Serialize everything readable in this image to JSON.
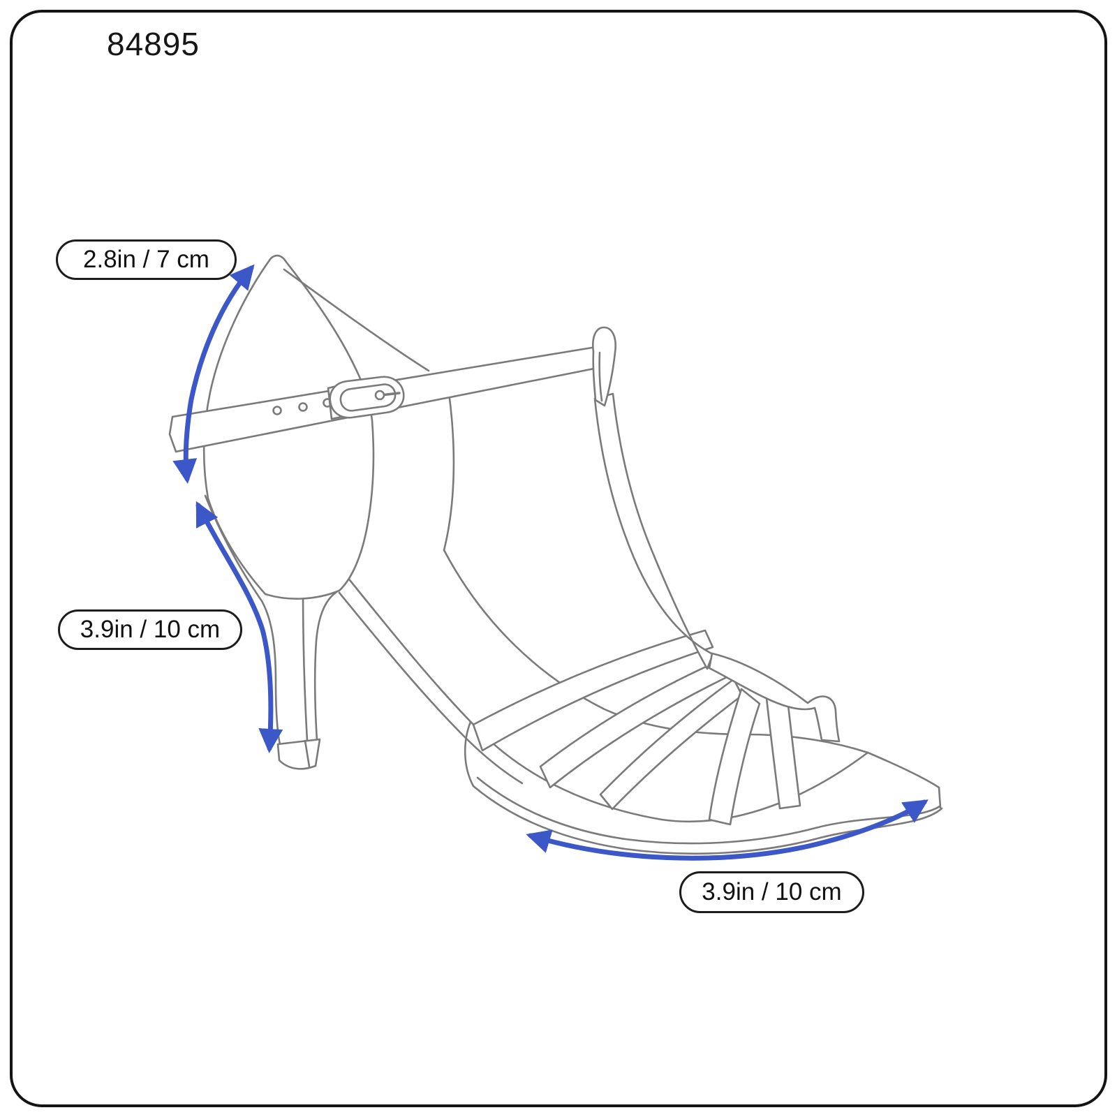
{
  "page": {
    "title": "84895"
  },
  "diagram": {
    "subject": "high-heel t-strap sandal line drawing",
    "labels": {
      "ankle": {
        "text": "2.8in / 7 cm"
      },
      "heel": {
        "text": "3.9in / 10 cm"
      },
      "sole": {
        "text": "3.9in / 10 cm"
      }
    },
    "colors": {
      "arrow_blue": "#3b57c8",
      "line_gray": "#7a7a7a",
      "border_black": "#141414",
      "background": "#ffffff"
    }
  }
}
